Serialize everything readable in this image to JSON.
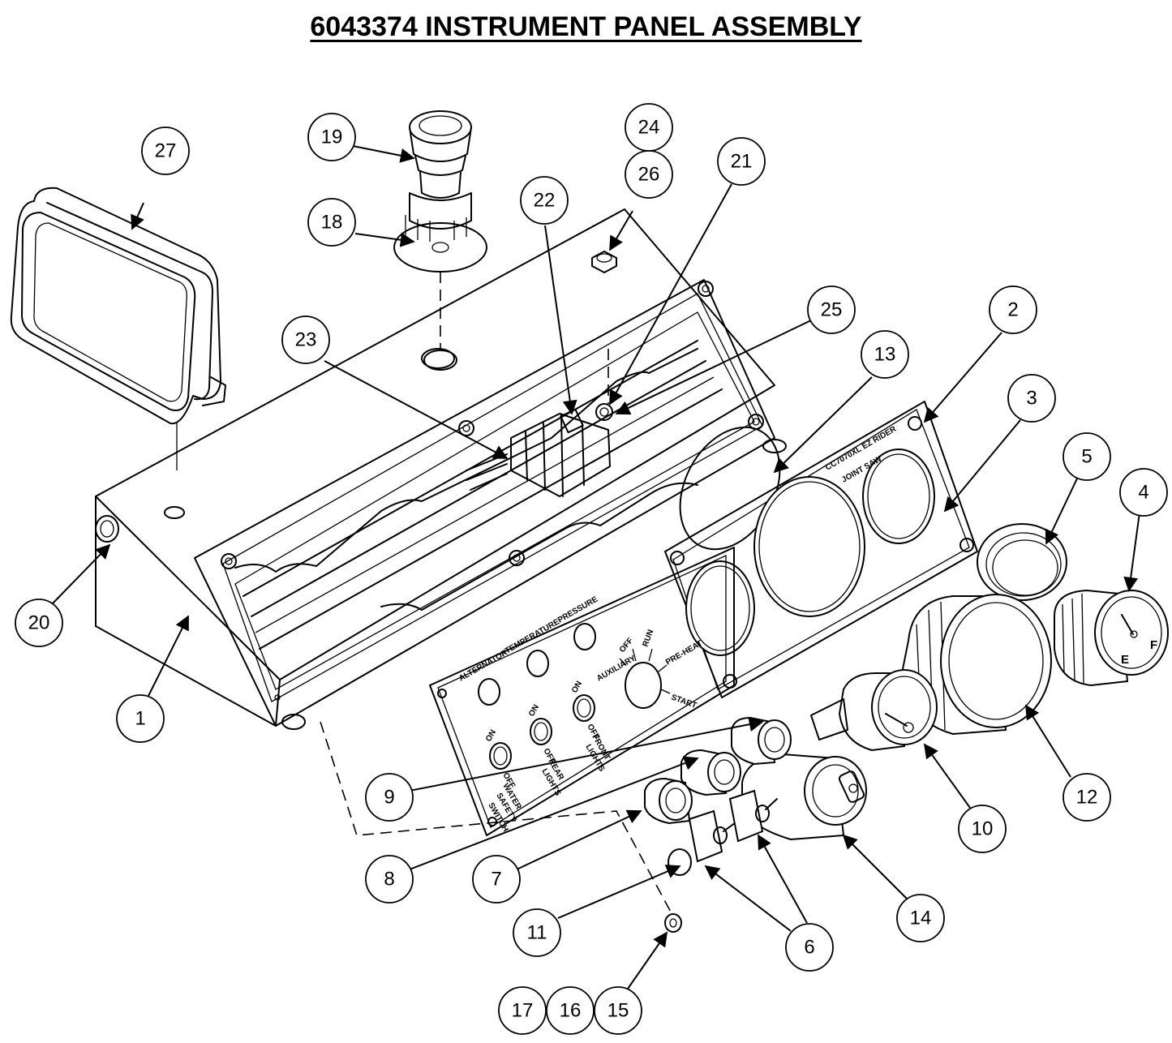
{
  "title": "6043374 INSTRUMENT PANEL ASSEMBLY",
  "panel_labels": {
    "alternator": "ALTERNATOR",
    "temperature": "TEMPERATURE",
    "pressure": "PRESSURE",
    "auxiliary": "AUXILIARY",
    "off": "OFF",
    "run": "RUN",
    "preheat": "PRE-HEAT",
    "start": "START",
    "on": "ON",
    "water_safety_switch": [
      "WATER",
      "SAFETY",
      "SWITCH"
    ],
    "rear_lights": [
      "REAR",
      "LIGHTS"
    ],
    "front_lights": [
      "FRONT",
      "LIGHTS"
    ],
    "model": "CC7070XL EZ RIDER",
    "model_sub": "JOINT SAW"
  },
  "gauge_labels": {
    "empty": "E",
    "full": "F"
  },
  "callouts": [
    {
      "id": "c1",
      "label": "1"
    },
    {
      "id": "c2",
      "label": "2"
    },
    {
      "id": "c3",
      "label": "3"
    },
    {
      "id": "c4",
      "label": "4"
    },
    {
      "id": "c5",
      "label": "5"
    },
    {
      "id": "c6",
      "label": "6"
    },
    {
      "id": "c7",
      "label": "7"
    },
    {
      "id": "c8",
      "label": "8"
    },
    {
      "id": "c9",
      "label": "9"
    },
    {
      "id": "c10",
      "label": "10"
    },
    {
      "id": "c11",
      "label": "11"
    },
    {
      "id": "c12",
      "label": "12"
    },
    {
      "id": "c13",
      "label": "13"
    },
    {
      "id": "c14",
      "label": "14"
    },
    {
      "id": "c15",
      "label": "15"
    },
    {
      "id": "c16",
      "label": "16"
    },
    {
      "id": "c17",
      "label": "17"
    },
    {
      "id": "c18",
      "label": "18"
    },
    {
      "id": "c19",
      "label": "19"
    },
    {
      "id": "c20",
      "label": "20"
    },
    {
      "id": "c21",
      "label": "21"
    },
    {
      "id": "c22",
      "label": "22"
    },
    {
      "id": "c23",
      "label": "23"
    },
    {
      "id": "c24",
      "label": "24"
    },
    {
      "id": "c25",
      "label": "25"
    },
    {
      "id": "c26",
      "label": "26"
    },
    {
      "id": "c27",
      "label": "27"
    }
  ]
}
